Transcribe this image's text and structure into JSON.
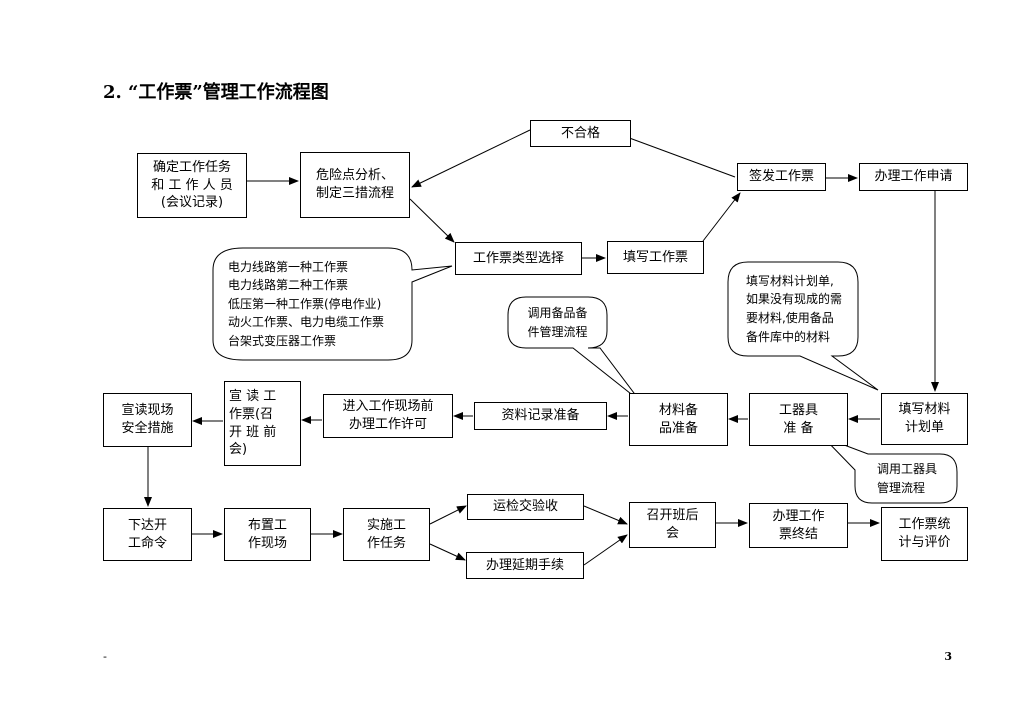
{
  "title": "2. “工作票”管理工作流程图",
  "boxes": {
    "task": "确定工作任务\n和 工 作 人 员\n(会议记录)",
    "hazard": "危险点分析、\n制定三措流程",
    "fail": "不合格",
    "sign": "签发工作票",
    "apply": "办理工作申请",
    "type": "工作票类型选择",
    "fill": "填写工作票",
    "plan": "填写材料\n计划单",
    "tools": "工器具\n准  备",
    "materials": "材料备\n品准备",
    "records": "资料记录准备",
    "permit": "进入工作现场前\n办理工作许可",
    "meeting": "宣 读 工\n作票(召\n开 班 前\n会)",
    "safety": "宣读现场\n安全措施",
    "order": "下达开\n工命令",
    "site": "布置工\n作现场",
    "execute": "实施工\n作任务",
    "accept": "运检交验收",
    "extend": "办理延期手续",
    "post": "召开班后\n会",
    "end": "办理工作\n票终结",
    "stats": "工作票统\n计与评价"
  },
  "notes": {
    "types": "电力线路第一种工作票\n电力线路第二种工作票\n低压第一种工作票(停电作业)\n动火工作票、电力电缆工作票\n台架式变压器工作票",
    "spares": "调用备品备\n件管理流程",
    "material_plan": "填写材料计划单,\n如果没有现成的需\n要材料,使用备品\n备件库中的材料",
    "tool_flow": "调用工器具\n管理流程"
  },
  "footer": {
    "mark": "-",
    "page": "3"
  }
}
